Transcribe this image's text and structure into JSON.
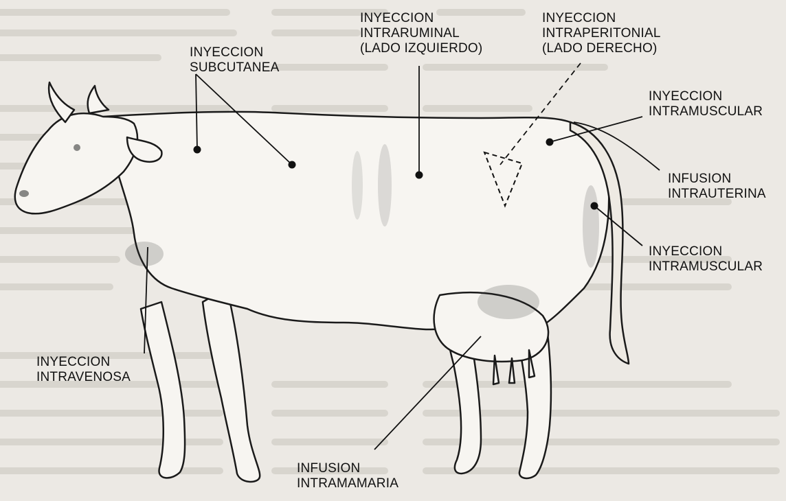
{
  "labels": {
    "subcutanea": [
      "INYECCION",
      "SUBCUTANEA"
    ],
    "intraruminal": [
      "INYECCION",
      "INTRARUMINAL",
      "(LADO IZQUIERDO)"
    ],
    "intraperitonial": [
      "INYECCION",
      "INTRAPERITONIAL",
      "(LADO DERECHO)"
    ],
    "intramuscular_upper": [
      "INYECCION",
      "INTRAMUSCULAR"
    ],
    "intrauterina": [
      "INFUSION",
      "INTRAUTERINA"
    ],
    "intramuscular_lower": [
      "INYECCION",
      "INTRAMUSCULAR"
    ],
    "intravenosa": [
      "INYECCION",
      "INTRAVENOSA"
    ],
    "intramamaria": [
      "INFUSION",
      "INTRAMAMARIA"
    ]
  }
}
